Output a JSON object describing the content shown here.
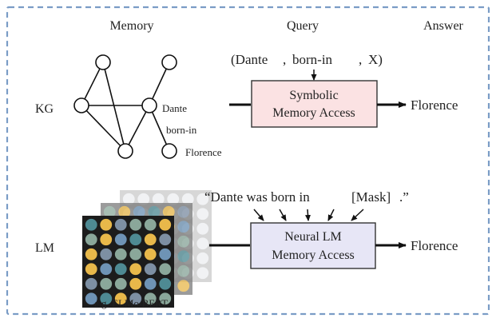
{
  "headers": {
    "memory": "Memory",
    "query": "Query",
    "answer": "Answer"
  },
  "rows": {
    "kg_label": "KG",
    "lm_label": "LM"
  },
  "kg_graph": {
    "node_labels": {
      "dante": "Dante",
      "relation": "born-in",
      "florence": "Florence"
    }
  },
  "kg_query": {
    "parts": [
      "(Dante",
      ",",
      "born-in",
      ",",
      "X)"
    ]
  },
  "kg_box": {
    "line1": "Symbolic",
    "line2": "Memory Access",
    "fill": "#fbe2e3",
    "stroke": "#333333"
  },
  "kg_answer": "Florence",
  "lm_query": {
    "parts": [
      "“Dante was born in",
      "[Mask]",
      ".”"
    ]
  },
  "lm_box": {
    "line1": "Neural LM",
    "line2": "Memory Access",
    "fill": "#e7e6f6",
    "stroke": "#333333"
  },
  "lm_answer": "Florence",
  "lm_caption": "e.g.  ELMo/BERT",
  "colors": {
    "frame": "#7a9cc6",
    "grid_dark": "#1c1c1c",
    "dot_yellow": "#e8b84a",
    "dot_blue": "#6e93b5",
    "dot_green": "#8aa79a",
    "dot_slate": "#7d8fa3",
    "dot_teal": "#4e8a93"
  }
}
